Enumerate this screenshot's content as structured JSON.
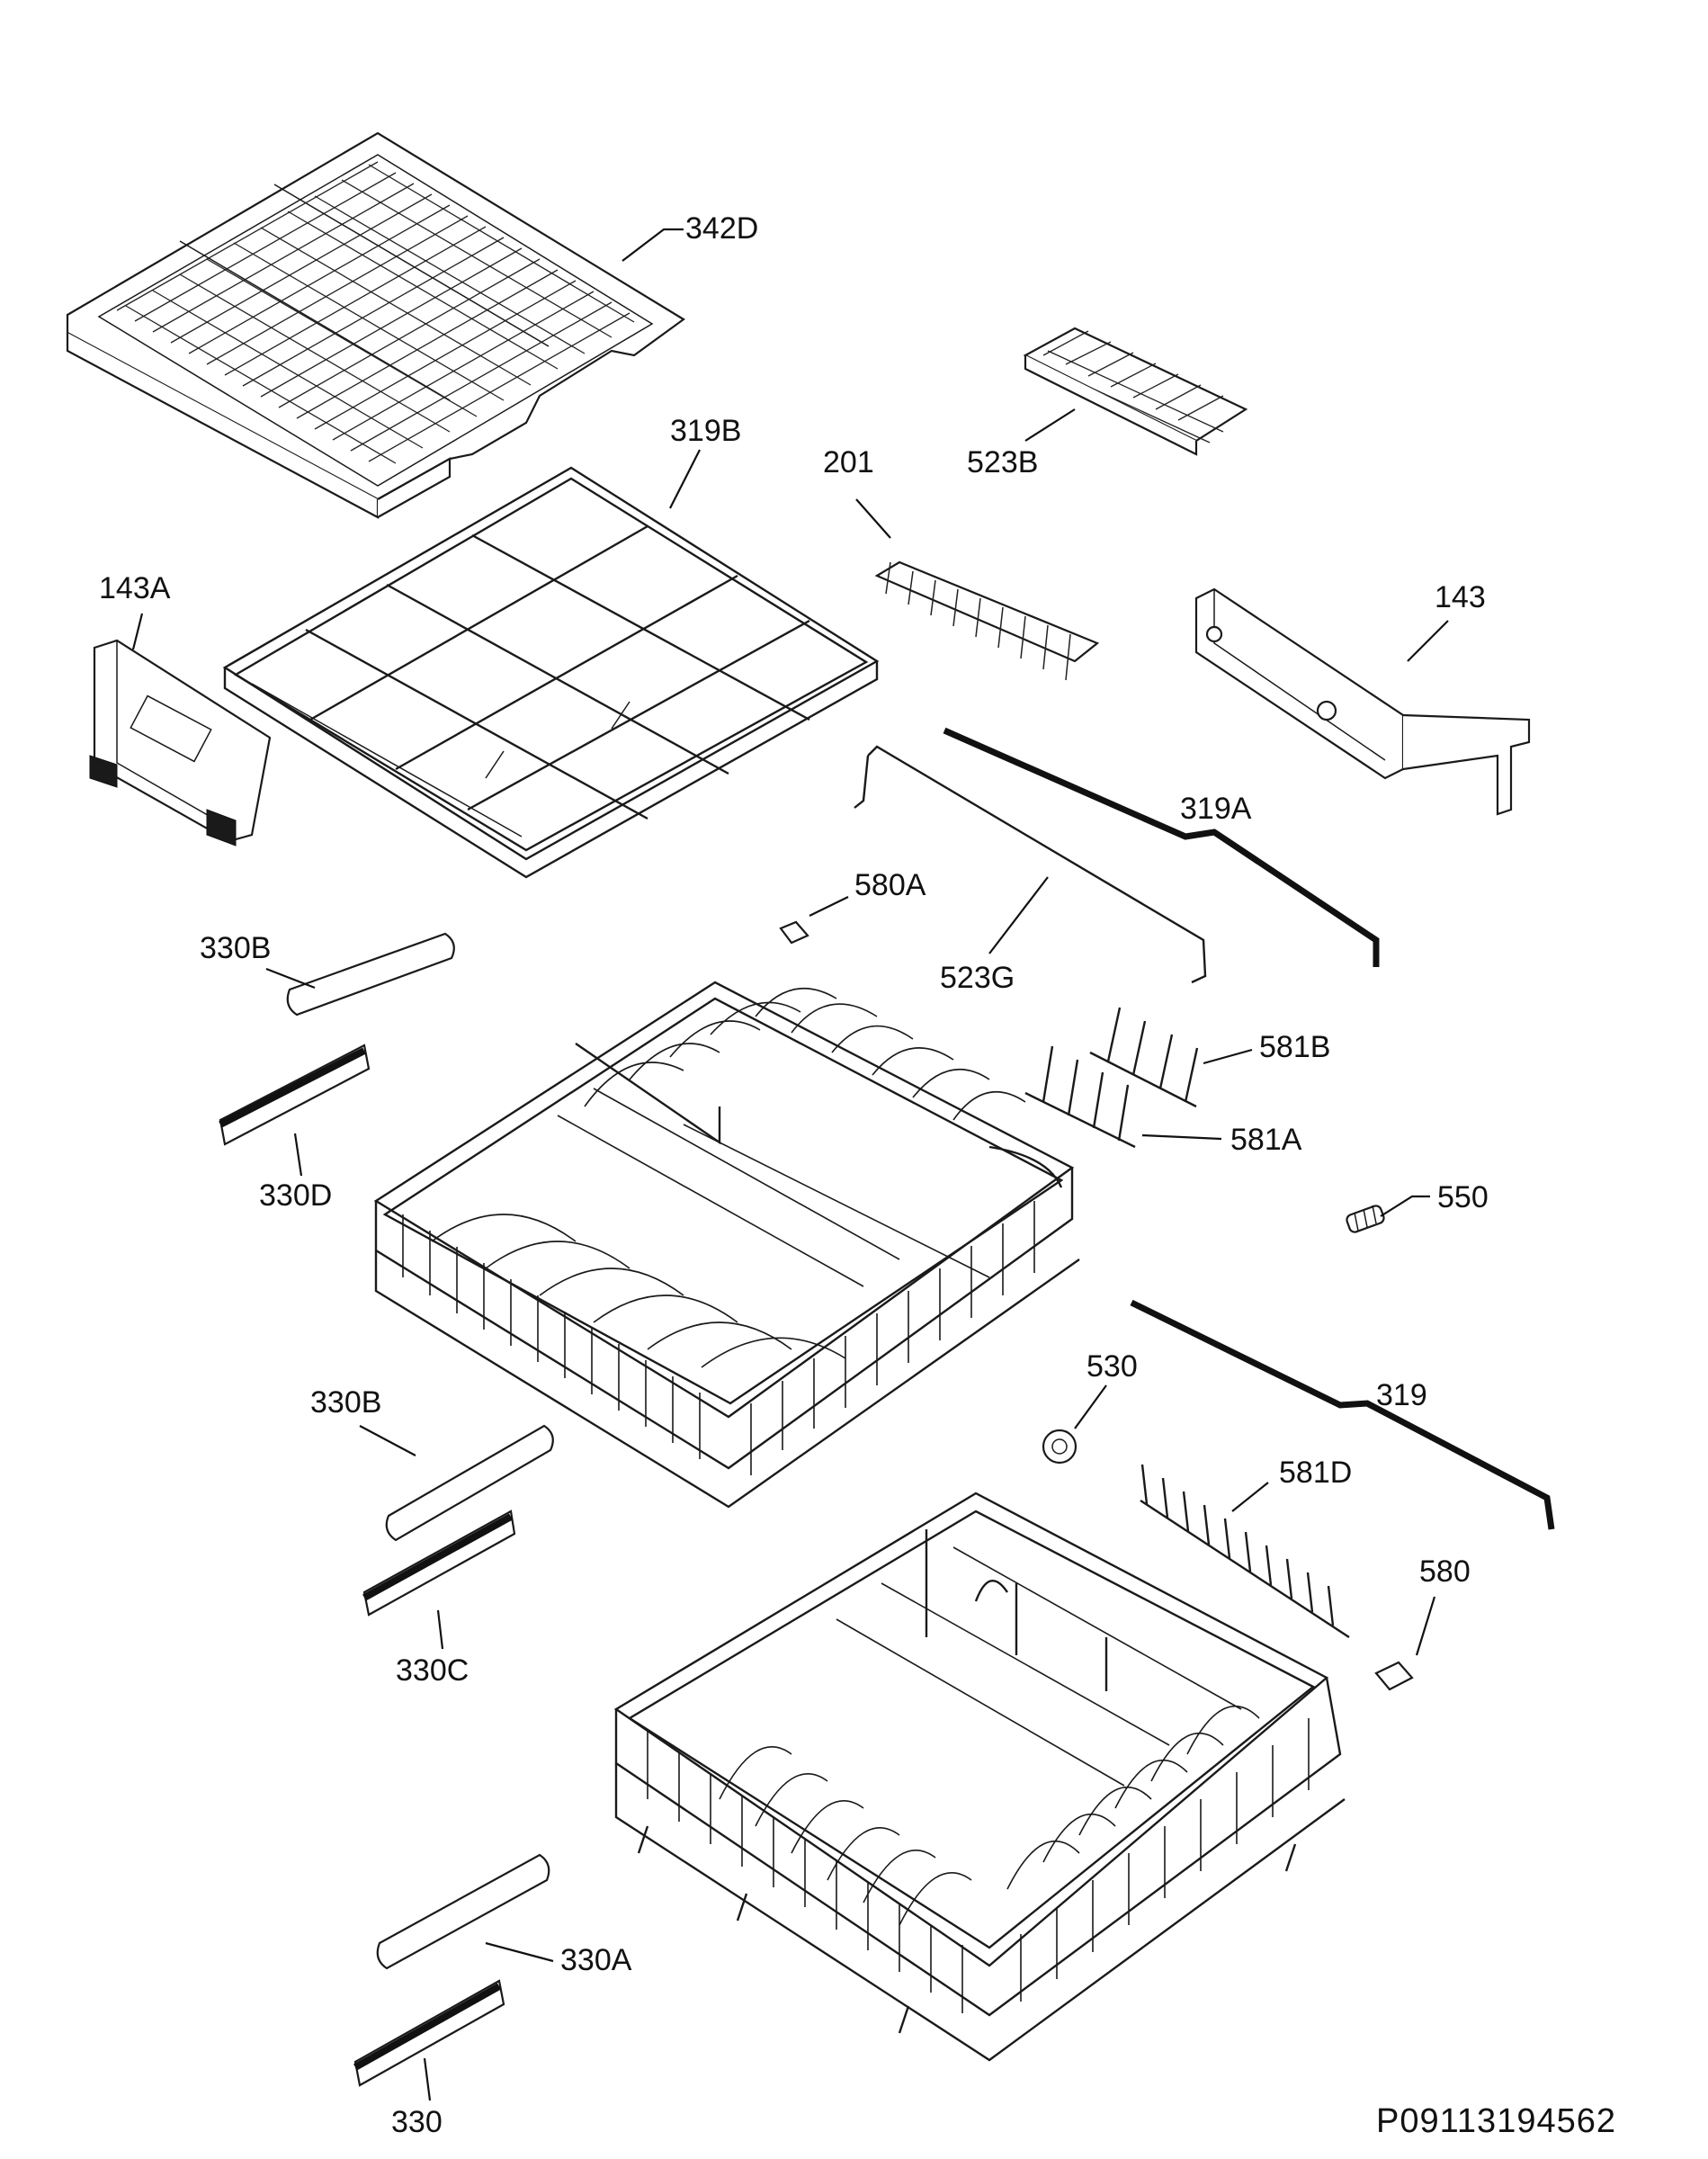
{
  "diagram": {
    "drawing_code": "P09113194562",
    "labels": [
      {
        "id": "342D",
        "text": "342D"
      },
      {
        "id": "523B",
        "text": "523B"
      },
      {
        "id": "319B",
        "text": "319B"
      },
      {
        "id": "201",
        "text": "201"
      },
      {
        "id": "143A",
        "text": "143A"
      },
      {
        "id": "143",
        "text": "143"
      },
      {
        "id": "319A",
        "text": "319A"
      },
      {
        "id": "580A",
        "text": "580A"
      },
      {
        "id": "330B_top",
        "text": "330B"
      },
      {
        "id": "523G",
        "text": "523G"
      },
      {
        "id": "581B",
        "text": "581B"
      },
      {
        "id": "581A",
        "text": "581A"
      },
      {
        "id": "330D",
        "text": "330D"
      },
      {
        "id": "550",
        "text": "550"
      },
      {
        "id": "530",
        "text": "530"
      },
      {
        "id": "319",
        "text": "319"
      },
      {
        "id": "330B_mid",
        "text": "330B"
      },
      {
        "id": "581D",
        "text": "581D"
      },
      {
        "id": "580",
        "text": "580"
      },
      {
        "id": "330C",
        "text": "330C"
      },
      {
        "id": "330A",
        "text": "330A"
      },
      {
        "id": "330",
        "text": "330"
      }
    ]
  }
}
